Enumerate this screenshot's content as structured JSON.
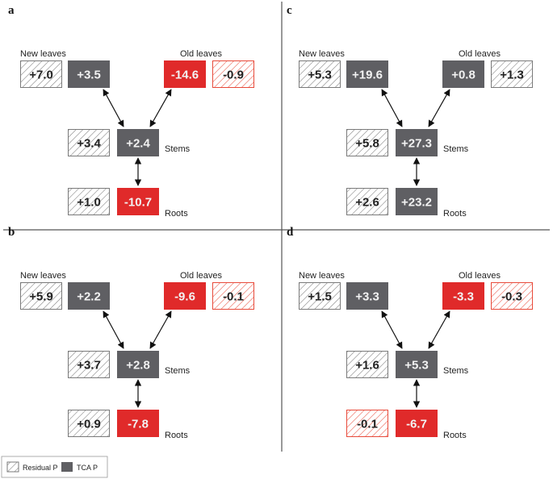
{
  "colors": {
    "tca_gray": "#5f5f63",
    "tca_red": "#e02a2a",
    "residual_gray": "#7a7a7a",
    "residual_red": "#e84a3a",
    "text_dark": "#222222",
    "text_light": "#f2f2f2",
    "divider": "#555555"
  },
  "labels": {
    "new_leaves": "New leaves",
    "old_leaves": "Old leaves",
    "stems": "Stems",
    "roots": "Roots"
  },
  "legend": {
    "residual": "Residual P",
    "tca": "TCA P"
  },
  "panels": [
    {
      "label": "a",
      "new_leaves": {
        "residual": {
          "text": "+7.0",
          "color": "gray"
        },
        "tca": {
          "text": "+3.5",
          "color": "gray"
        }
      },
      "old_leaves": {
        "tca": {
          "text": "-14.6",
          "color": "red"
        },
        "residual": {
          "text": "-0.9",
          "color": "red"
        }
      },
      "stems": {
        "residual": {
          "text": "+3.4",
          "color": "gray"
        },
        "tca": {
          "text": "+2.4",
          "color": "gray"
        }
      },
      "roots": {
        "residual": {
          "text": "+1.0",
          "color": "gray"
        },
        "tca": {
          "text": "-10.7",
          "color": "red"
        }
      }
    },
    {
      "label": "c",
      "new_leaves": {
        "residual": {
          "text": "+5.3",
          "color": "gray"
        },
        "tca": {
          "text": "+19.6",
          "color": "gray"
        }
      },
      "old_leaves": {
        "tca": {
          "text": "+0.8",
          "color": "gray"
        },
        "residual": {
          "text": "+1.3",
          "color": "gray"
        }
      },
      "stems": {
        "residual": {
          "text": "+5.8",
          "color": "gray"
        },
        "tca": {
          "text": "+27.3",
          "color": "gray"
        }
      },
      "roots": {
        "residual": {
          "text": "+2.6",
          "color": "gray"
        },
        "tca": {
          "text": "+23.2",
          "color": "gray"
        }
      }
    },
    {
      "label": "b",
      "new_leaves": {
        "residual": {
          "text": "+5.9",
          "color": "gray"
        },
        "tca": {
          "text": "+2.2",
          "color": "gray"
        }
      },
      "old_leaves": {
        "tca": {
          "text": "-9.6",
          "color": "red"
        },
        "residual": {
          "text": "-0.1",
          "color": "red"
        }
      },
      "stems": {
        "residual": {
          "text": "+3.7",
          "color": "gray"
        },
        "tca": {
          "text": "+2.8",
          "color": "gray"
        }
      },
      "roots": {
        "residual": {
          "text": "+0.9",
          "color": "gray"
        },
        "tca": {
          "text": "-7.8",
          "color": "red"
        }
      }
    },
    {
      "label": "d",
      "new_leaves": {
        "residual": {
          "text": "+1.5",
          "color": "gray"
        },
        "tca": {
          "text": "+3.3",
          "color": "gray"
        }
      },
      "old_leaves": {
        "tca": {
          "text": "-3.3",
          "color": "red"
        },
        "residual": {
          "text": "-0.3",
          "color": "red"
        }
      },
      "stems": {
        "residual": {
          "text": "+1.6",
          "color": "gray"
        },
        "tca": {
          "text": "+5.3",
          "color": "gray"
        }
      },
      "roots": {
        "residual": {
          "text": "-0.1",
          "color": "red"
        },
        "tca": {
          "text": "-6.7",
          "color": "red"
        }
      }
    }
  ]
}
